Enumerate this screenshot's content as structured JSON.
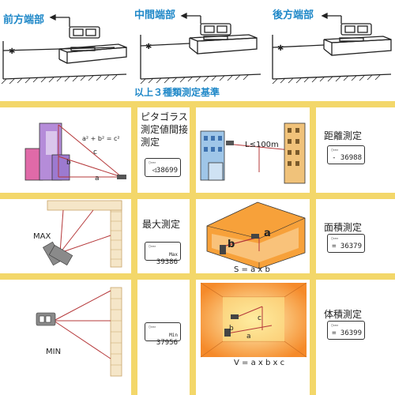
{
  "top": {
    "front_label": "前方端部",
    "middle_label": "中間端部",
    "rear_label": "後方端部",
    "subtitle": "以上３種類測定基準"
  },
  "rows": [
    {
      "left_caption": "",
      "pythagoras_formula": "a² + b² = c²",
      "pythagoras_a": "a",
      "pythagoras_b": "b",
      "pythagoras_c": "c",
      "mid_title": "ピタゴラス\n測定値間接\n測定",
      "mid_lcd_value": "38699",
      "mid_lcd_prefix": "◁",
      "distance_label": "L≤100m",
      "right_title": "距離測定",
      "right_lcd_value": "- 36988"
    },
    {
      "left_caption": "MAX",
      "mid_title": "最大測定",
      "mid_lcd_value": "39386",
      "mid_lcd_prefix": "Max",
      "area_a": "a",
      "area_b": "b",
      "area_formula": "S = a x b",
      "right_title": "面積測定",
      "right_lcd_value": "= 36379"
    },
    {
      "left_caption": "MIN",
      "mid_title": "",
      "mid_lcd_value": "37956",
      "mid_lcd_prefix": "Min",
      "volume_a": "a",
      "volume_b": "b",
      "volume_c": "c",
      "volume_formula": "V = a x b x c",
      "right_title": "体積測定",
      "right_lcd_value": "= 36399"
    }
  ],
  "colors": {
    "accent_blue": "#1f88c8",
    "grid_yellow": "#f3d76a",
    "laser_red": "#b5383a",
    "room_orange": "#f7a13a"
  }
}
